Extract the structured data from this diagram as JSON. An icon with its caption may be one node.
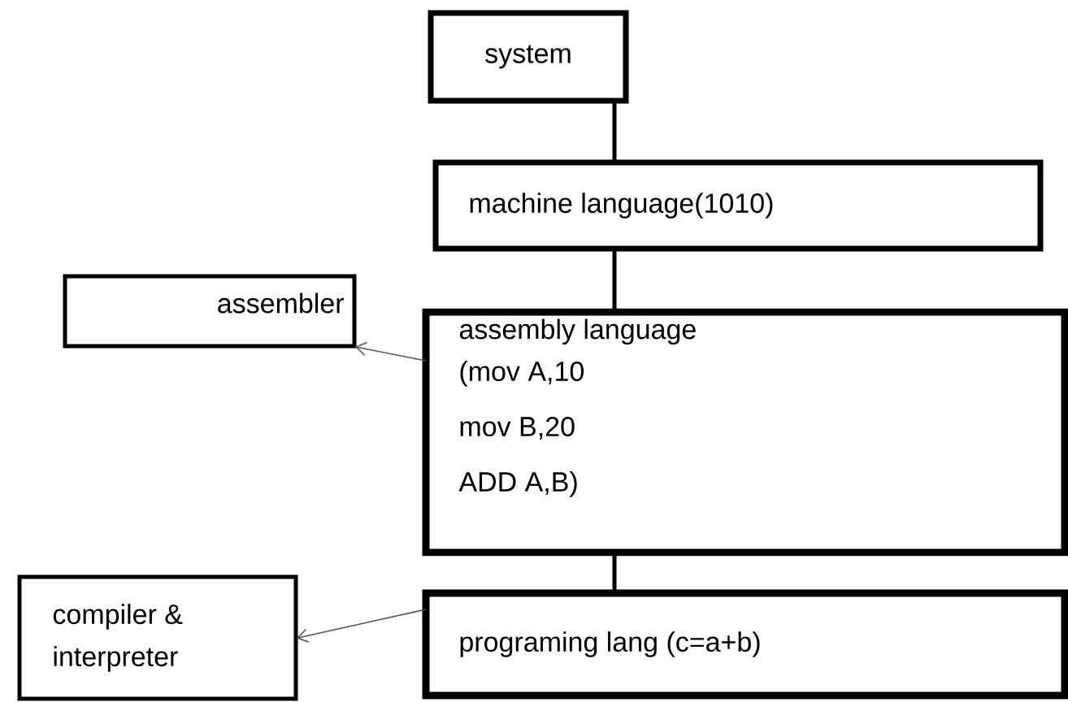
{
  "diagram": {
    "nodes": [
      {
        "text": [
          "system"
        ]
      },
      {
        "text": [
          "machine language(1010)"
        ]
      },
      {
        "text": [
          "assembly language",
          "(mov A,10 mov B,20 ADD A,B)"
        ]
      },
      {
        "text": [
          "programing lang (c=a+b)"
        ]
      },
      {
        "text": [
          "assembler"
        ]
      },
      {
        "text": [
          "compiler & interpreter"
        ]
      }
    ],
    "edges": [
      {
        "from": 0,
        "to": 1,
        "arrow": "none"
      },
      {
        "from": 1,
        "to": 2,
        "arrow": "none"
      },
      {
        "from": 2,
        "to": 3,
        "arrow": "none"
      },
      {
        "from": 2,
        "to": 4,
        "arrow": "to",
        "color": "#555555"
      },
      {
        "from": 3,
        "to": 5,
        "arrow": "to",
        "color": "#555555"
      }
    ]
  }
}
